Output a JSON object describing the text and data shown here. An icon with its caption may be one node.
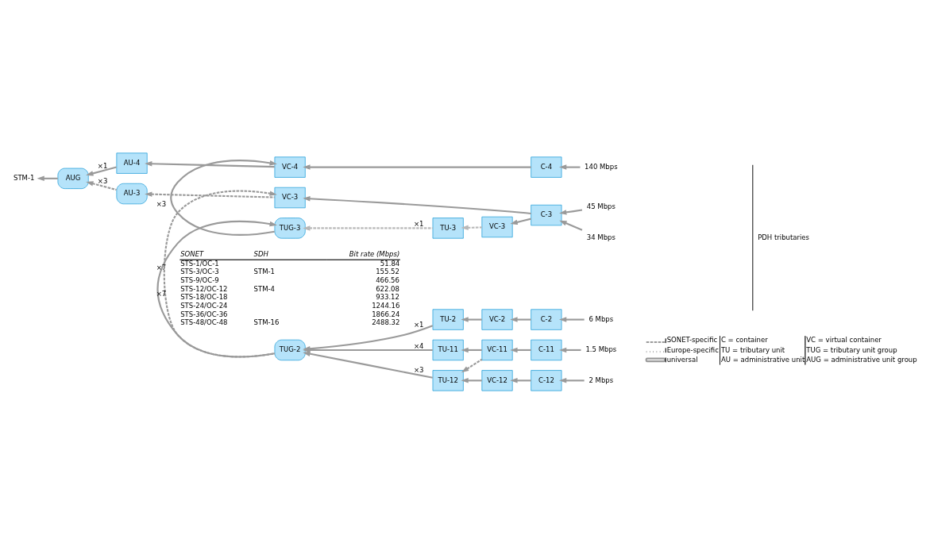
{
  "diagram": {
    "nodes": [
      {
        "text": [
          "STM-1"
        ]
      },
      {
        "text": [
          "AUG"
        ]
      },
      {
        "text": [
          "AU-4"
        ]
      },
      {
        "text": [
          "VC-4"
        ]
      },
      {
        "text": [
          "C-4"
        ]
      },
      {
        "text": [
          "140 Mbps"
        ]
      },
      {
        "text": [
          "TUG-3"
        ]
      },
      {
        "text": [
          "TU-3"
        ]
      },
      {
        "text": [
          "VC-3"
        ]
      },
      {
        "text": [
          "AU-3"
        ]
      },
      {
        "text": [
          "VC-3"
        ]
      },
      {
        "text": [
          "C-3"
        ]
      },
      {
        "text": [
          "45 Mbps"
        ]
      },
      {
        "text": [
          "34 Mbps"
        ]
      },
      {
        "text": [
          "TUG-2"
        ]
      },
      {
        "text": [
          "TU-2"
        ]
      },
      {
        "text": [
          "VC-2"
        ]
      },
      {
        "text": [
          "C-2"
        ]
      },
      {
        "text": [
          "6 Mbps"
        ]
      },
      {
        "text": [
          "TU-12"
        ]
      },
      {
        "text": [
          "VC-12"
        ]
      },
      {
        "text": [
          "C-12"
        ]
      },
      {
        "text": [
          "2 Mbps"
        ]
      },
      {
        "text": [
          "TU-11"
        ]
      },
      {
        "text": [
          "VC-11"
        ]
      },
      {
        "text": [
          "C-11"
        ]
      },
      {
        "text": [
          "1.5 Mbps"
        ]
      }
    ],
    "edges": [
      {
        "from": 1,
        "to": 0,
        "arrow": "to"
      },
      {
        "from": 2,
        "to": 1,
        "arrow": "to",
        "label": "×1"
      },
      {
        "from": 3,
        "to": 2,
        "arrow": "to"
      },
      {
        "from": 4,
        "to": 3,
        "arrow": "to"
      },
      {
        "from": 5,
        "to": 4,
        "arrow": "to"
      },
      {
        "from": 6,
        "to": 3,
        "arrow": "to",
        "label": "×3"
      },
      {
        "from": 7,
        "to": 6,
        "arrow": "to",
        "label": "×1",
        "style": "dashed",
        "color": "#b8b8b8"
      },
      {
        "from": 8,
        "to": 7,
        "arrow": "to",
        "style": "dashed",
        "color": "#b8b8b8"
      },
      {
        "from": 11,
        "to": 8,
        "arrow": "to"
      },
      {
        "from": 9,
        "to": 1,
        "arrow": "to",
        "label": "×3",
        "style": "dashed"
      },
      {
        "from": 10,
        "to": 9,
        "arrow": "to",
        "style": "dashed"
      },
      {
        "from": 11,
        "to": 10,
        "arrow": "to"
      },
      {
        "from": 12,
        "to": 11,
        "arrow": "to"
      },
      {
        "from": 13,
        "to": 11,
        "arrow": "to"
      },
      {
        "from": 14,
        "to": 6,
        "arrow": "to",
        "label": "×7"
      },
      {
        "from": 14,
        "to": 10,
        "arrow": "to",
        "label": "×7",
        "style": "dashed"
      },
      {
        "from": 15,
        "to": 14,
        "arrow": "to",
        "label": "×1"
      },
      {
        "from": 16,
        "to": 15,
        "arrow": "to"
      },
      {
        "from": 17,
        "to": 16,
        "arrow": "to"
      },
      {
        "from": 18,
        "to": 17,
        "arrow": "to"
      },
      {
        "from": 19,
        "to": 14,
        "arrow": "to",
        "label": "×3"
      },
      {
        "from": 20,
        "to": 19,
        "arrow": "to"
      },
      {
        "from": 21,
        "to": 20,
        "arrow": "to"
      },
      {
        "from": 22,
        "to": 21,
        "arrow": "to"
      },
      {
        "from": 23,
        "to": 14,
        "arrow": "to",
        "label": "×4"
      },
      {
        "from": 24,
        "to": 19,
        "arrow": "to",
        "style": "dashed"
      },
      {
        "from": 24,
        "to": 23,
        "arrow": "to"
      },
      {
        "from": 25,
        "to": 24,
        "arrow": "to"
      },
      {
        "from": 26,
        "to": 25,
        "arrow": "to"
      }
    ],
    "labels": [
      "SONET",
      "SDH",
      "Bit rate (Mbps)",
      "STS-1/OC-1",
      "51.84",
      "STS-3/OC-3",
      "STM-1",
      "155.52",
      "STS-9/OC-9",
      "466.56",
      "STS-12/OC-12",
      "STM-4",
      "622.08",
      "STS-18/OC-18",
      "933.12",
      "STS-24/OC-24",
      "1244.16",
      "STS-36/OC-36",
      "1866.24",
      "STS-48/OC-48",
      "STM-16",
      "2488.32",
      "PDH tributaries",
      "C = container",
      "VC = virtual container",
      "TU = tributary unit",
      "TUG = tributary unit group",
      "AU = administrative unit",
      "AUG = administrative unit group"
    ],
    "legend": [
      {
        "text": "SONET-specific"
      },
      {
        "text": "Europe-specific"
      },
      {
        "text": "universal"
      }
    ]
  }
}
